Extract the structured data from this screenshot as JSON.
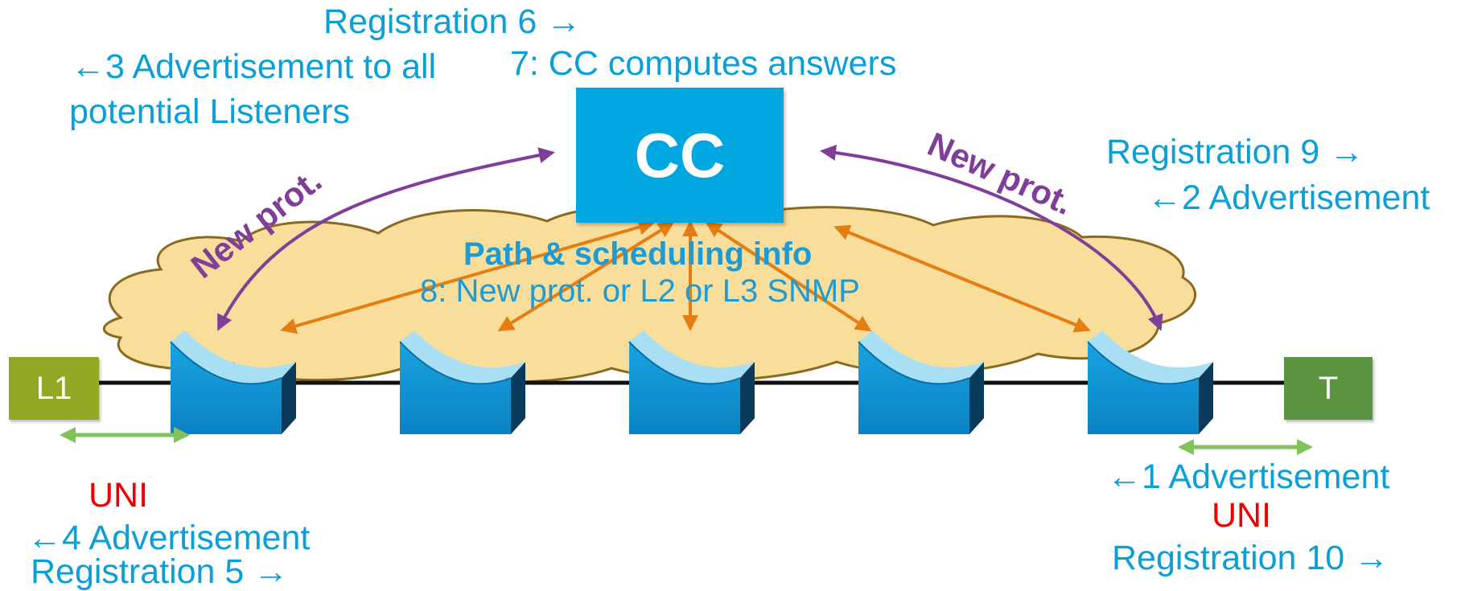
{
  "labels": {
    "registration_6": "Registration 6 →",
    "advertisement_3_line1": "←3  Advertisement to all",
    "advertisement_3_line2": "potential Listeners",
    "cc_computes": "7: CC computes answers",
    "registration_9": "Registration 9 →",
    "advertisement_2": "←2 Advertisement",
    "advertisement_1": "←1 Advertisement",
    "uni_right": "UNI",
    "registration_10": "Registration 10 →",
    "uni_left": "UNI",
    "advertisement_4": "←4 Advertisement",
    "registration_5": "Registration 5 →"
  },
  "cloud": {
    "title": "Path & scheduling info",
    "subtitle": "8: New prot. or L2 or L3 SNMP"
  },
  "nodes": {
    "controller": "CC",
    "listener": "L1",
    "talker": "T"
  },
  "edges": {
    "left_protocol": "New prot.",
    "right_protocol": "New prot."
  },
  "colors": {
    "text_blue": "#0b9fd6",
    "cc_box": "#00a6e0",
    "bridge_blue": "#0a8ecf",
    "listener_green": "#93a824",
    "talker_green": "#5b9441",
    "uni_red": "#ee0000",
    "protocol_purple": "#7f3f98",
    "snmp_orange": "#e57e12",
    "uni_arrow_green": "#82c25a",
    "cloud_fill": "#f9dd9a"
  },
  "icons": [
    "bridge-icon"
  ]
}
